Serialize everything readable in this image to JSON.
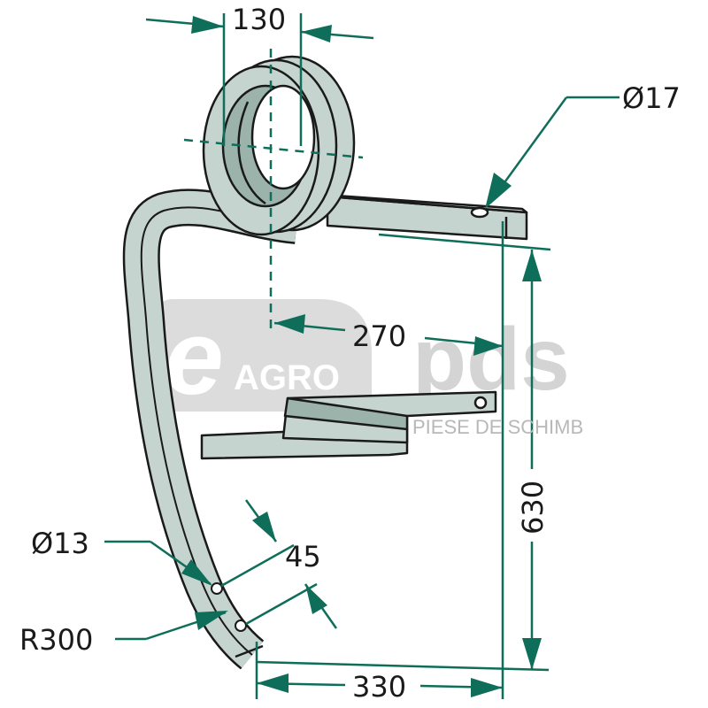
{
  "title": "Spring tine technical drawing",
  "colors": {
    "dimension": "#0f6e5a",
    "part_fill": "#c6d4d0",
    "part_shadow": "#9cb3ab",
    "outline": "#1a1a1a",
    "watermark": "#dcdcdc",
    "watermark_text": "#c8c8c8"
  },
  "dimensions": {
    "coil_width": "130",
    "mount_hole": "Ø17",
    "offset": "270",
    "height": "630",
    "tip_hole": "Ø13",
    "hole_spacing": "45",
    "radius": "R300",
    "depth": "330"
  },
  "watermark": {
    "letter": "e",
    "brand": "AGRO",
    "suffix": "pds",
    "tagline": "PIESE DE SCHIMB"
  }
}
